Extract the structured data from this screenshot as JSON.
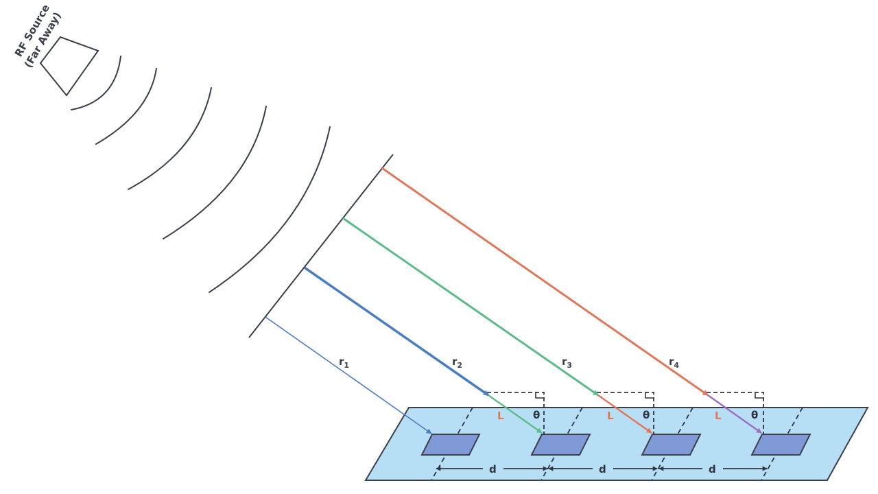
{
  "source": {
    "line1": "RF Source",
    "line2": "(Far Away)"
  },
  "rays": [
    {
      "label": "r",
      "sub": "1",
      "color": "#4a7cc4"
    },
    {
      "label": "r",
      "sub": "2",
      "color": "#4a7cc4"
    },
    {
      "label": "r",
      "sub": "3",
      "color": "#5dbb8a"
    },
    {
      "label": "r",
      "sub": "4",
      "color": "#e0765a"
    }
  ],
  "extra_path_label": "L",
  "angle_label": "θ",
  "spacing_label": "d",
  "colors": {
    "wave": "#3a3f4a",
    "board_fill": "#b6def4",
    "board_stroke": "#3a3f4a",
    "element_fill": "#7f9ad6",
    "extra_path_2": "#5dbb8a",
    "extra_path_3": "#e0765a",
    "extra_path_4": "#9b6fc0"
  }
}
